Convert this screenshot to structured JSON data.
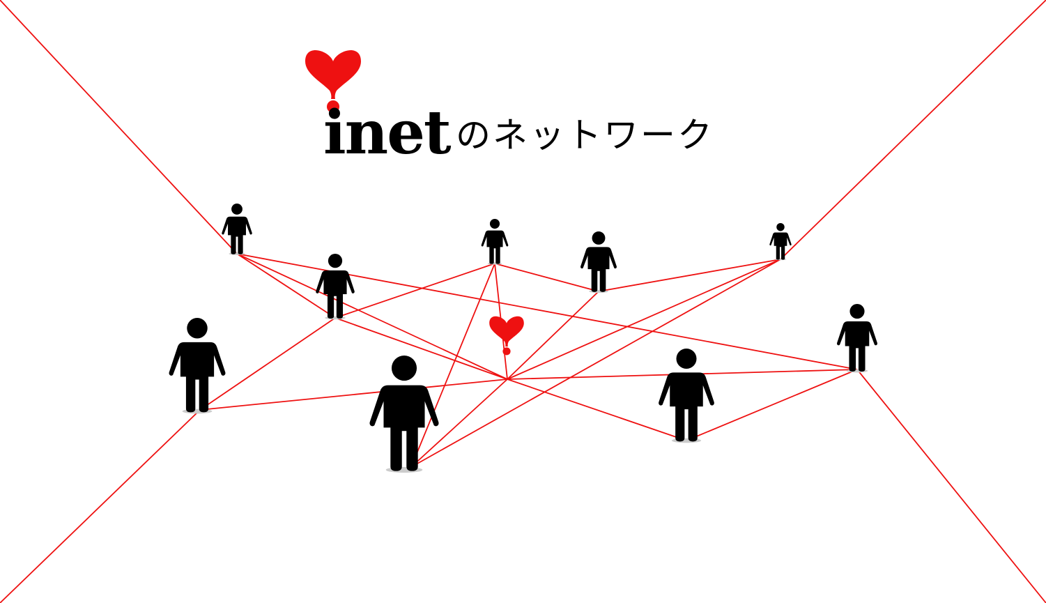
{
  "heading": {
    "logo_word": "inet",
    "suffix": "のネットワーク"
  },
  "colors": {
    "link": "#ee1111",
    "heart": "#ee1111",
    "person": "#000000",
    "background": "#ffffff"
  },
  "icons": {
    "person": "person-icon",
    "heart": "heart-icon"
  },
  "nodes": [
    {
      "id": "hub"
    },
    {
      "id": "p1"
    },
    {
      "id": "p2"
    },
    {
      "id": "p3"
    },
    {
      "id": "p4"
    },
    {
      "id": "p5"
    },
    {
      "id": "p6"
    },
    {
      "id": "p7"
    },
    {
      "id": "p8"
    },
    {
      "id": "p9"
    },
    {
      "id": "p10"
    }
  ],
  "links": [
    [
      "p1",
      "p3"
    ],
    [
      "p1",
      "hub"
    ],
    [
      "p1",
      "p10"
    ],
    [
      "p2",
      "p3"
    ],
    [
      "p2",
      "hub"
    ],
    [
      "p2",
      "p7"
    ],
    [
      "p3",
      "p6"
    ],
    [
      "p4",
      "p10"
    ],
    [
      "p4",
      "p5"
    ],
    [
      "p5",
      "hub"
    ],
    [
      "p5",
      "p7"
    ],
    [
      "p6",
      "hub"
    ],
    [
      "p6",
      "p7"
    ],
    [
      "hub",
      "p7"
    ],
    [
      "hub",
      "p9"
    ],
    [
      "hub",
      "p10"
    ],
    [
      "p8",
      "p9"
    ],
    [
      "p9",
      "p10"
    ]
  ]
}
